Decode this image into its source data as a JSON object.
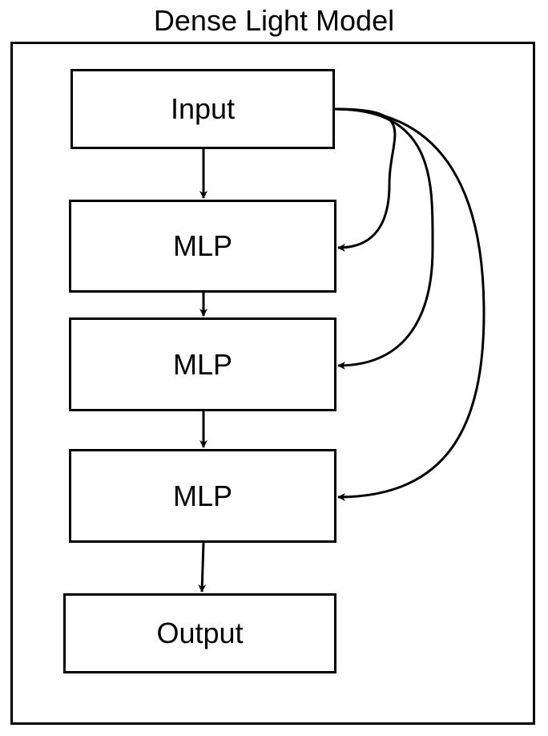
{
  "title": "Dense Light Model",
  "nodes": {
    "input": "Input",
    "mlp_1": "MLP",
    "mlp_2": "MLP",
    "mlp_3": "MLP",
    "output": "Output"
  },
  "colors": {
    "stroke": "#000000",
    "background": "#ffffff"
  }
}
